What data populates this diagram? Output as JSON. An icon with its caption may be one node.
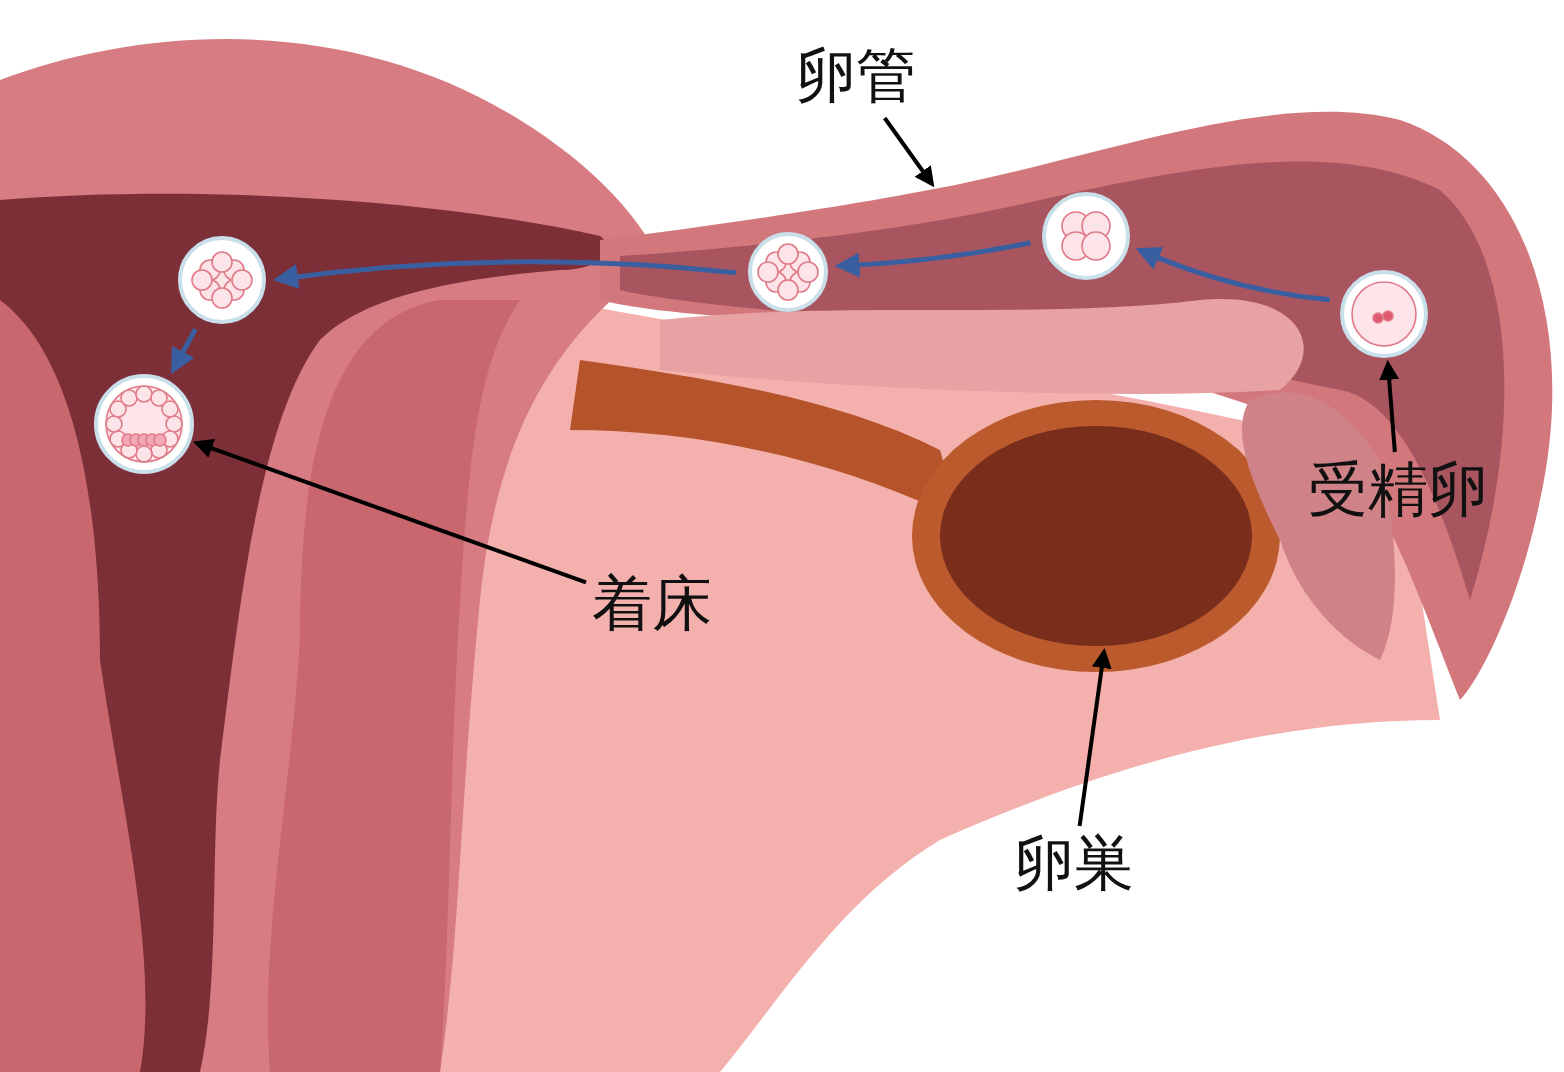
{
  "diagram": {
    "nodes": [
      {
        "text": [
          "卵管"
        ]
      },
      {
        "text": [
          "受精卵"
        ]
      },
      {
        "text": [
          "着床"
        ]
      },
      {
        "text": [
          "卵巣"
        ]
      },
      {
        "text": [],
        "shape": "circle"
      },
      {
        "text": [],
        "shape": "circle"
      },
      {
        "text": [],
        "shape": "circle"
      },
      {
        "text": [],
        "shape": "circle"
      },
      {
        "text": [],
        "shape": "circle"
      }
    ],
    "edges": [
      {
        "from": 0,
        "to": null,
        "arrow": "to"
      },
      {
        "from": 1,
        "to": 4,
        "arrow": "to"
      },
      {
        "from": 2,
        "to": 8,
        "arrow": "to"
      },
      {
        "from": 3,
        "to": null,
        "arrow": "to"
      },
      {
        "from": 4,
        "to": 5,
        "arrow": "to",
        "color": "#3a5fa0"
      },
      {
        "from": 5,
        "to": 6,
        "arrow": "to",
        "color": "#3a5fa0"
      },
      {
        "from": 6,
        "to": 7,
        "arrow": "to",
        "color": "#3a5fa0"
      },
      {
        "from": 7,
        "to": 8,
        "arrow": "to",
        "color": "#3a5fa0"
      }
    ]
  }
}
